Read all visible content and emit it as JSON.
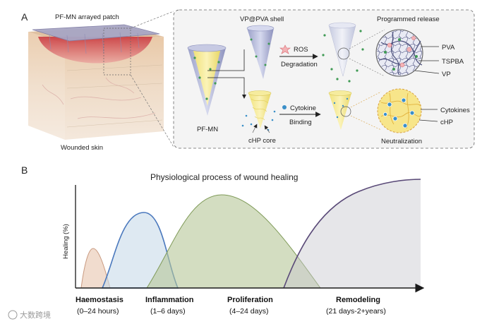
{
  "panel_a": {
    "letter": "A",
    "skin_labels": {
      "patch": "PF-MN arrayed patch",
      "skin": "Wounded skin"
    },
    "labels": {
      "shell": "VP@PVA shell",
      "programmed": "Programmed release",
      "ros": "ROS",
      "degradation": "Degradation",
      "pfmn": "PF-MN",
      "cytokine": "Cytokine",
      "binding": "Binding",
      "core": "cHP core",
      "neutralization": "Neutralization",
      "pva": "PVA",
      "tspba": "TSPBA",
      "vp": "VP",
      "cytokines": "Cytokines",
      "chp": "cHP"
    }
  },
  "panel_b": {
    "letter": "B",
    "title": "Physiological process of wound healing",
    "ylabel": "Healing (%)",
    "stages": [
      {
        "name": "Haemostasis",
        "time": "(0–24 hours)",
        "color": "#e7c4ad"
      },
      {
        "name": "Inflammation",
        "time": "(1–6 days)",
        "color": "#c8dbea"
      },
      {
        "name": "Proliferation",
        "time": "(4–24 days)",
        "color": "#b5c698"
      },
      {
        "name": "Remodeling",
        "time": "(21 days-2+years)",
        "color": "#c7c7cf"
      }
    ]
  },
  "watermark": "大数跨境"
}
